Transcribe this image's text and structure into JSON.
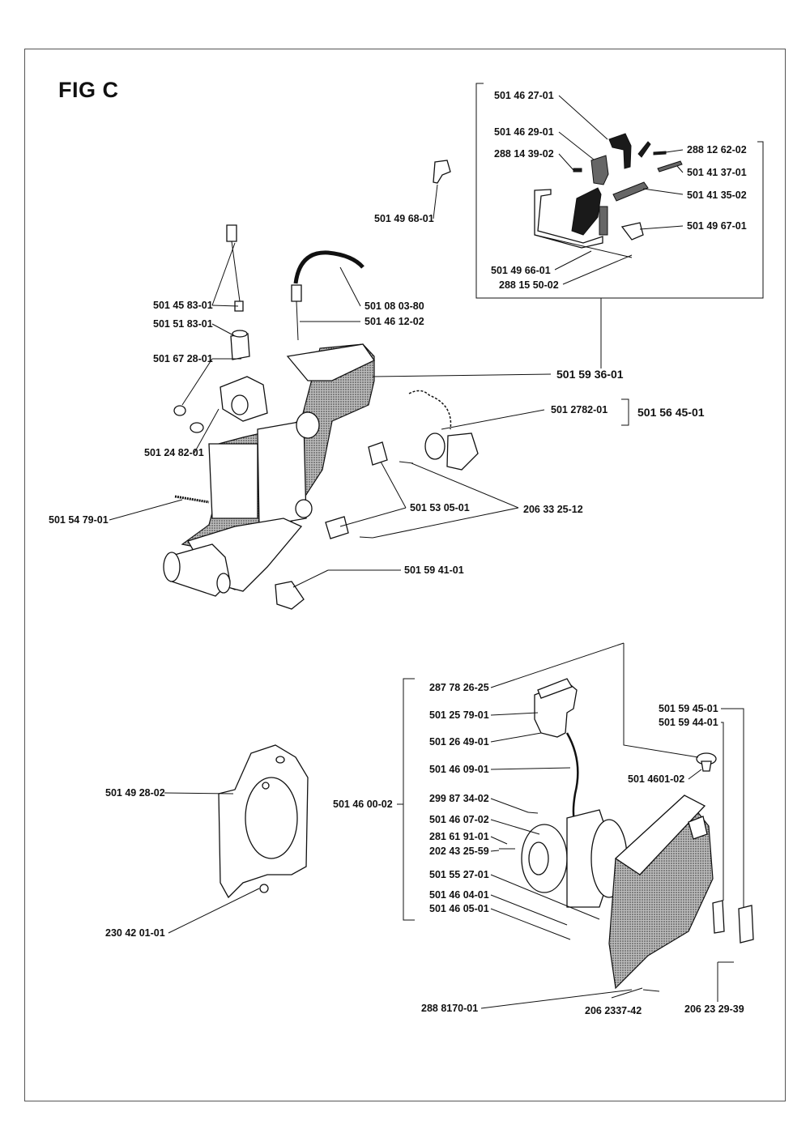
{
  "figure": {
    "title": "FIG C"
  },
  "labels": {
    "p501462701": "501 46 27-01",
    "p501462901": "501 46 29-01",
    "p288143902": "288 14 39-02",
    "p288126202": "288 12 62-02",
    "p501413701": "501 41 37-01",
    "p501413502": "501 41 35-02",
    "p501496801": "501 49 68-01",
    "p501496701": "501 49 67-01",
    "p501496601": "501 49 66-01",
    "p288155002": "288 15 50-02",
    "p501458301": "501 45 83-01",
    "p501080380": "501 08 03-80",
    "p501518301": "501 51 83-01",
    "p501461202": "501 46 12-02",
    "p501672801": "501 67 28-01",
    "p501593601": "501 59 36-01",
    "p50127820": "501 2782-01",
    "p501564501": "501 56 45-01",
    "p501248201": "501 24 82-01",
    "p501530501": "501 53 05-01",
    "p206332512": "206 33 25-12",
    "p501547901": "501 54 79-01",
    "p501594101": "501 59 41-01",
    "p287782625": "287 78 26-25",
    "p501257901": "501 25 79-01",
    "p501264901": "501 26 49-01",
    "p501460901": "501 46 09-01",
    "p299873402": "299 87 34-02",
    "p501460702": "501 46 07-02",
    "p281619101": "281 61 91-01",
    "p202432559": "202 43 25-59",
    "p501552701": "501 55 27-01",
    "p501460401": "501 46 04-01",
    "p501460501": "501 46 05-01",
    "p501460002": "501 46 00-02",
    "p501594501": "501 59 45-01",
    "p501594401": "501 59 44-01",
    "p501460102": "501 4601-02",
    "p501492802": "501 49 28-02",
    "p230420101": "230 42 01-01",
    "p288817001": "288 8170-01",
    "p206233742": "206 2337-42",
    "p206232939": "206 23 29-39"
  }
}
